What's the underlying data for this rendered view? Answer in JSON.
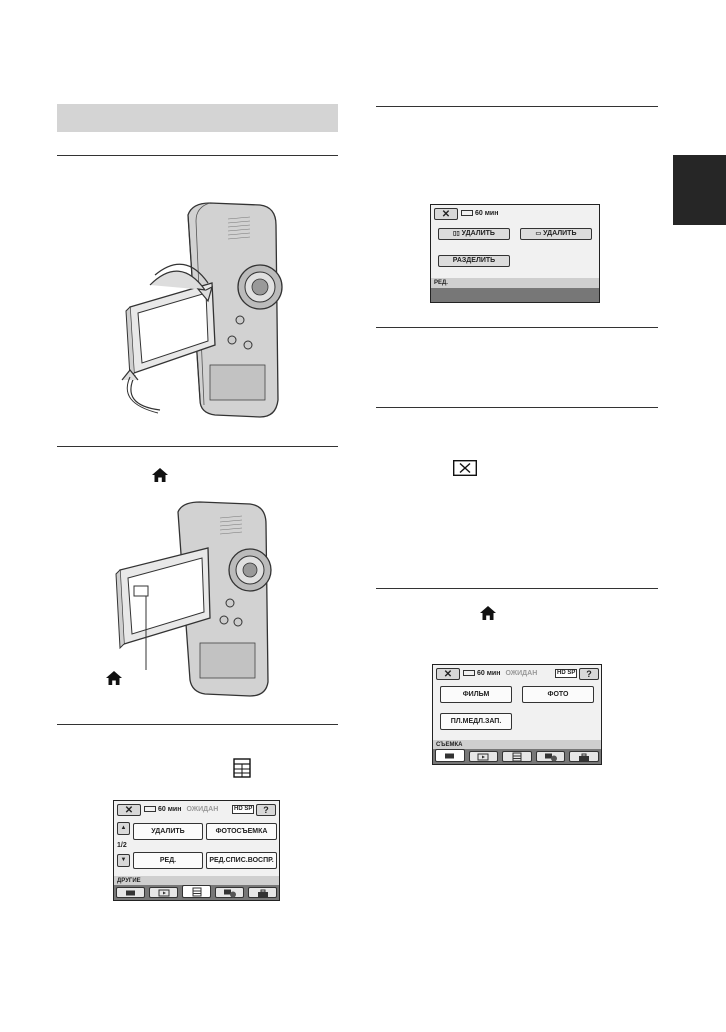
{
  "side_tab_color": "#262626",
  "section_bar_color": "#d4d4d4",
  "left_col": {
    "home_icon_1": "home-icon",
    "home_callout_icon": "home-icon",
    "menu_icon": "other-menu-icon"
  },
  "right_col": {
    "close_box_icon": "close-x-icon",
    "home_icon_2": "home-icon"
  },
  "screen_edit": {
    "close": "✕",
    "status_time": "60 мин",
    "buttons": [
      "УДАЛИТЬ",
      "УДАЛИТЬ",
      "РАЗДЕЛИТЬ"
    ],
    "footer": "РЕД."
  },
  "screen_shoot": {
    "close": "✕",
    "status_time": "60 мин",
    "mode": "ОЖИДАН",
    "hd": "HD SP",
    "help": "?",
    "buttons": [
      "ФИЛЬМ",
      "ФОТО",
      "ПЛ.МЕДЛ.ЗАП."
    ],
    "footer": "СЪЕМКА"
  },
  "screen_other": {
    "close": "✕",
    "status_time": "60 мин",
    "mode": "ОЖИДАН",
    "hd": "HD SP",
    "help": "?",
    "buttons": [
      "УДАЛИТЬ",
      "ФОТОСЪЕМКА",
      "РЕД.",
      "РЕД.СПИС.ВОСПР."
    ],
    "page": "1/2",
    "footer": "ДРУГИЕ"
  }
}
